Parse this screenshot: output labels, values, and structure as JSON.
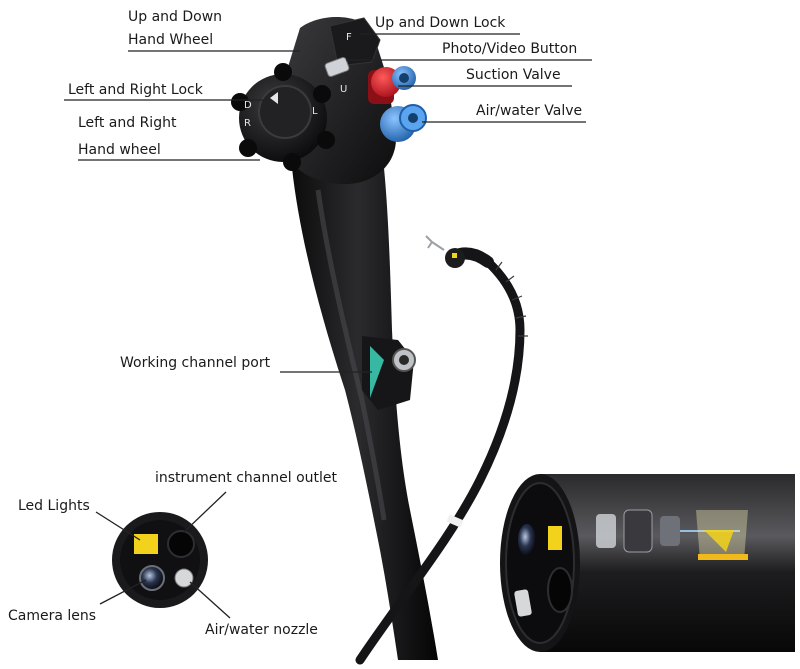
{
  "diagram": {
    "labels": {
      "up_down_wheel_line1": "Up and Down",
      "up_down_wheel_line2": "Hand Wheel",
      "up_down_lock": "Up and Down Lock",
      "photo_video_button": "Photo/Video Button",
      "suction_valve": "Suction Valve",
      "air_water_valve": "Air/water Valve",
      "left_right_lock": "Left and Right Lock",
      "left_right_wheel_line1": "Left and Right",
      "left_right_wheel_line2": "Hand wheel",
      "working_channel_port": "Working channel port",
      "instrument_channel_outlet": "instrument channel outlet",
      "led_lights": "Led Lights",
      "camera_lens": "Camera lens",
      "air_water_nozzle": "Air/water nozzle"
    },
    "wheel_markings": {
      "d": "D",
      "r": "R",
      "l": "L",
      "u": "U",
      "f": "F"
    },
    "colors": {
      "body": "#1c1c1e",
      "suction_valve": "#d8202a",
      "air_water_valve": "#3a86d8",
      "led": "#f2d21a",
      "channel_marker": "#37b8a3",
      "leader_line": "#222222"
    }
  }
}
